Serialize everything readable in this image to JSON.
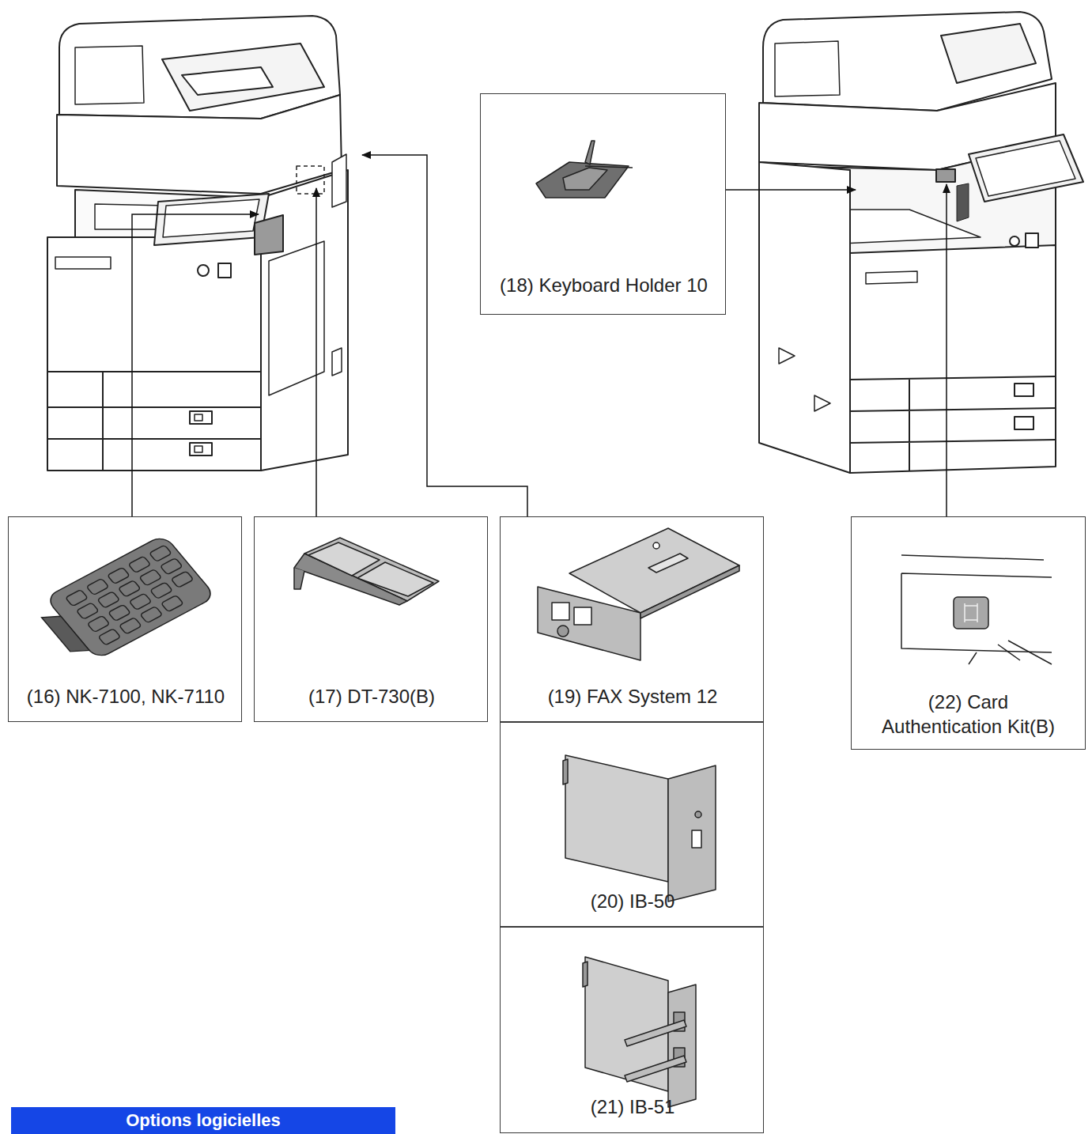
{
  "diagram": {
    "nodes": [
      {
        "text": [
          "(18) Keyboard Holder 10"
        ]
      },
      {
        "text": [
          "(16) NK-7100, NK-7110"
        ]
      },
      {
        "text": [
          "(17) DT-730(B)"
        ]
      },
      {
        "text": [
          "(19) FAX System 12"
        ]
      },
      {
        "text": [
          "(22) Card Authentication Kit(B)"
        ]
      },
      {
        "text": [
          "(20) IB-50"
        ]
      },
      {
        "text": [
          "(21) IB-51"
        ]
      },
      {
        "text": [
          "Options logicielles"
        ]
      }
    ]
  }
}
